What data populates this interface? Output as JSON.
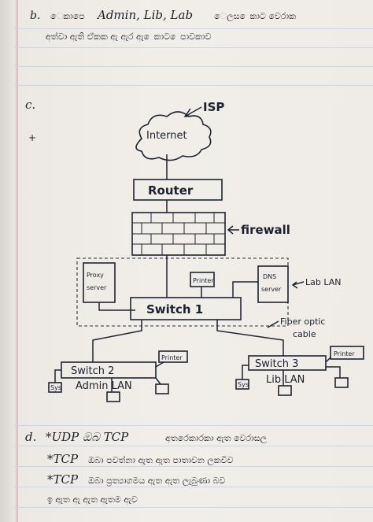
{
  "header": {
    "number": "b.",
    "line1_script": "ෙකාපෙ",
    "line1_latin": "Admin, Lib, Lab",
    "line1_rest": "ෙලස ෙකාට වෙරාක",
    "line2": "අත්වා ඇති ඒකක ඇ ඇර ඇ ෙකාට ෙපාවකාව"
  },
  "section_c": {
    "number": "c.",
    "marker": "+"
  },
  "diagram": {
    "isp": "ISP",
    "internet": "Internet",
    "router": "Router",
    "firewall": "firewall",
    "proxy_server": [
      "Proxy",
      "server"
    ],
    "printer_center": "Printer",
    "dns_server": [
      "DNS",
      "server"
    ],
    "lab_lan": "Lab LAN",
    "switch1": "Switch 1",
    "fiber_optic_cable": [
      "Fiber optic",
      "cable"
    ],
    "switch2": "Switch 2",
    "printer_left": "Printer",
    "admin_lan": "Admin LAN",
    "switch3": "Switch 3",
    "printer_right": "Printer",
    "lib_lan": "Lib LAN",
    "pc_tag": "Sys"
  },
  "section_d": {
    "number": "d.",
    "line1_latin": "*UDP ඔබ TCP",
    "line1_rest": "අතරෙකාරකා ඇත වෙරාසල",
    "line2_latin": "*TCP",
    "line2_rest": "ඔබා පවත්නා ඇත ඇත පාතාවන ලකවිව",
    "line3_latin": "*TCP",
    "line3_rest": "ඔබා ප්‍රත්‍යාගමය ඇත ඇත ලැබුණා බව",
    "line4": "ඉ ඇත ඇ ඇත ඇතම ඇව"
  }
}
